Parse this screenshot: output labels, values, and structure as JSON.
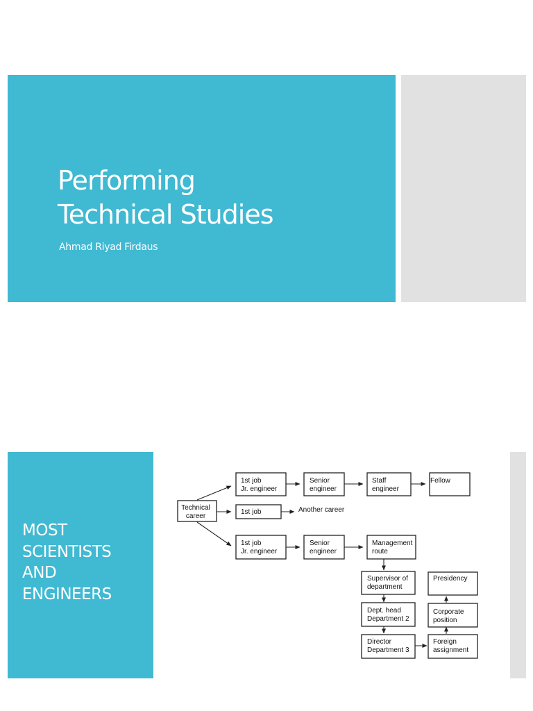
{
  "slide1": {
    "title": "Performing\nTechnical Studies",
    "author": "Ahmad Riyad Firdaus"
  },
  "slide2": {
    "heading": "MOST\nSCIENTISTS\nAND\nENGINEERS",
    "diagram": {
      "nodes": {
        "technical_career": [
          "Technical",
          "career"
        ],
        "jr_engineer_top": [
          "1st job",
          "Jr. engineer"
        ],
        "senior_top": [
          "Senior",
          "engineer"
        ],
        "staff": [
          "Staff",
          "engineer"
        ],
        "fellow": [
          "Fellow"
        ],
        "first_job_mid": [
          "1st job"
        ],
        "another_career": [
          "Another career"
        ],
        "jr_engineer_bottom": [
          "1st job",
          "Jr. engineer"
        ],
        "senior_bottom": [
          "Senior",
          "engineer"
        ],
        "management": [
          "Management",
          "route"
        ],
        "supervisor": [
          "Supervisor of",
          "department"
        ],
        "dept_head": [
          "Dept. head",
          "Department 2"
        ],
        "director": [
          "Director",
          "Department 3"
        ],
        "foreign": [
          "Foreign",
          "assignment"
        ],
        "corporate": [
          "Corporate",
          "position"
        ],
        "presidency": [
          "Presidency"
        ]
      }
    }
  }
}
